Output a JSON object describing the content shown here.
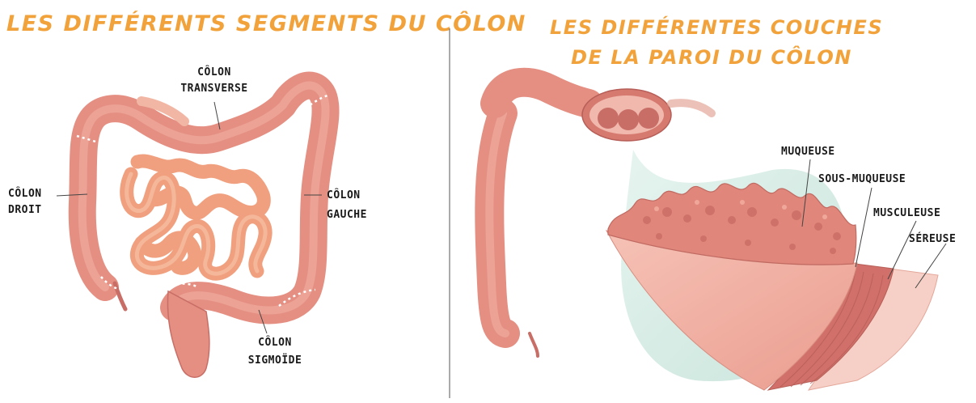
{
  "left_panel": {
    "title": "LES DIFFÉRENTS SEGMENTS DU CÔLON",
    "labels": {
      "transverse_line1": "CÔLON",
      "transverse_line2": "TRANSVERSE",
      "droit_line1": "CÔLON",
      "droit_line2": "DROIT",
      "gauche_line1": "CÔLON",
      "gauche_line2": "GAUCHE",
      "sigmoide_line1": "CÔLON",
      "sigmoide_line2": "SIGMOÏDE"
    }
  },
  "right_panel": {
    "title_line1": "LES DIFFÉRENTES COUCHES",
    "title_line2": "DE LA PAROI DU CÔLON",
    "labels": {
      "muqueuse": "MUQUEUSE",
      "sous_muqueuse": "SOUS-MUQUEUSE",
      "musculeuse": "MUSCULEUSE",
      "sereuse": "SÉREUSE"
    }
  },
  "colors": {
    "title": "#f2a23a",
    "colon": "#e89a8c",
    "colon_dark": "#c86e66",
    "small_intestine": "#f0a07e",
    "magnifier": "#cfe8e0",
    "divider": "#555555"
  }
}
